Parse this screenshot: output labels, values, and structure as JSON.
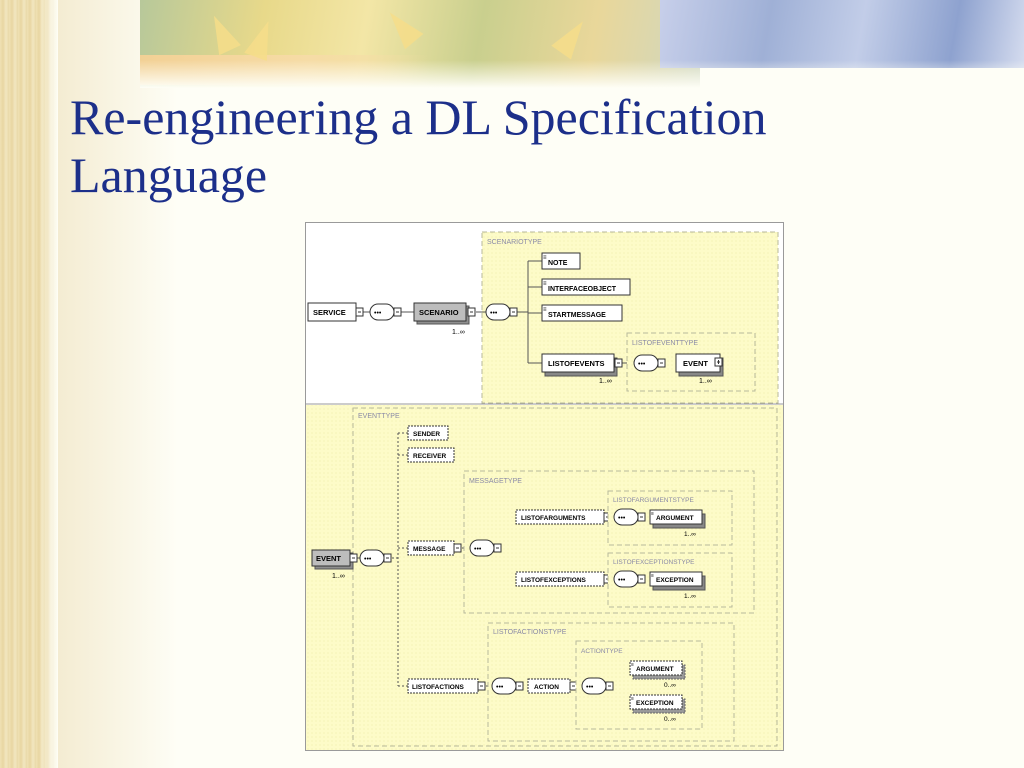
{
  "title": "Re-engineering a DL Specification Language",
  "colors": {
    "title": "#1c2f8a",
    "panel_bg": "#fdfbc8",
    "type_box_bg": "#fcf9b6",
    "dash": "#b8b89a",
    "type_label": "#8a8aa6"
  },
  "diagram": {
    "top": {
      "service": "SERVICE",
      "scenario": "SCENARIO",
      "scenario_occ": "1..∞",
      "scenariotype": "SCENARIOTYPE",
      "note": "NOTE",
      "interfaceobject": "INTERFACEOBJECT",
      "startmessage": "STARTMESSAGE",
      "listofevents": "LISTOFEVENTS",
      "listofevents_occ": "1..∞",
      "listofeventtype": "LISTOFEVENTTYPE",
      "event": "EVENT",
      "event_occ": "1..∞"
    },
    "bottom": {
      "event": "EVENT",
      "event_occ": "1..∞",
      "eventtype": "EVENTTYPE",
      "sender": "SENDER",
      "receiver": "RECEIVER",
      "message": "MESSAGE",
      "messagetype": "MESSAGETYPE",
      "listofarguments": "LISTOFARGUMENTS",
      "listofargumentstype": "LISTOFARGUMENTSTYPE",
      "argument": "ARGUMENT",
      "argument_occ": "1..∞",
      "listofexceptions": "LISTOFEXCEPTIONS",
      "listofexceptionstype": "LISTOFEXCEPTIONSTYPE",
      "exception": "EXCEPTION",
      "exception_occ": "1..∞",
      "listofactions": "LISTOFACTIONS",
      "listofactionstype": "LISTOFACTIONSTYPE",
      "action": "ACTION",
      "actiontype": "ACTIONTYPE",
      "action_argument": "ARGUMENT",
      "action_argument_occ": "0..∞",
      "action_exception": "EXCEPTION",
      "action_exception_occ": "0..∞"
    }
  }
}
